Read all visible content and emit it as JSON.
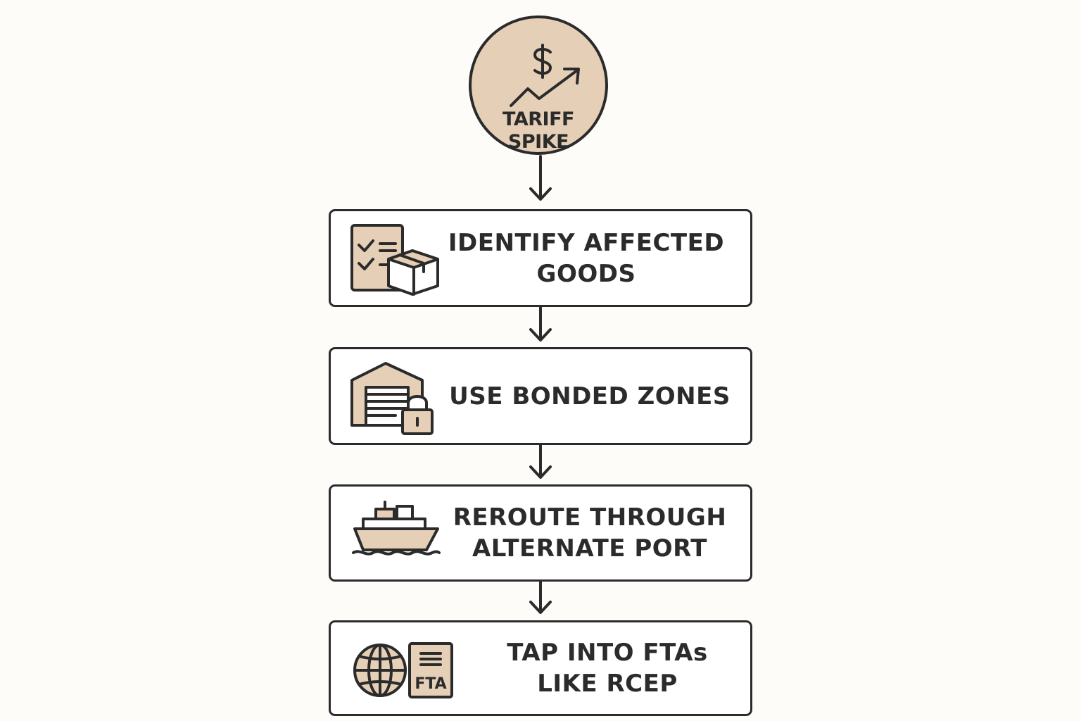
{
  "start": {
    "label_line1": "TARIFF",
    "label_line2": "SPIKE",
    "icon": "dollar-trend-up-icon"
  },
  "steps": [
    {
      "line1": "IDENTIFY AFFECTED",
      "line2": "GOODS",
      "icon": "checklist-box-icon"
    },
    {
      "line1": "USE BONDED ZONES",
      "line2": "",
      "icon": "warehouse-lock-icon"
    },
    {
      "line1": "REROUTE THROUGH",
      "line2": "ALTERNATE PORT",
      "icon": "cargo-ship-icon"
    },
    {
      "line1": "TAP INTO FTAs",
      "line2": "LIKE RCEP",
      "icon": "globe-document-icon",
      "badge": "FTA"
    }
  ],
  "colors": {
    "fill_tan": "#e6cfb7",
    "stroke": "#2b2b2b",
    "background": "#fdfcf8"
  }
}
